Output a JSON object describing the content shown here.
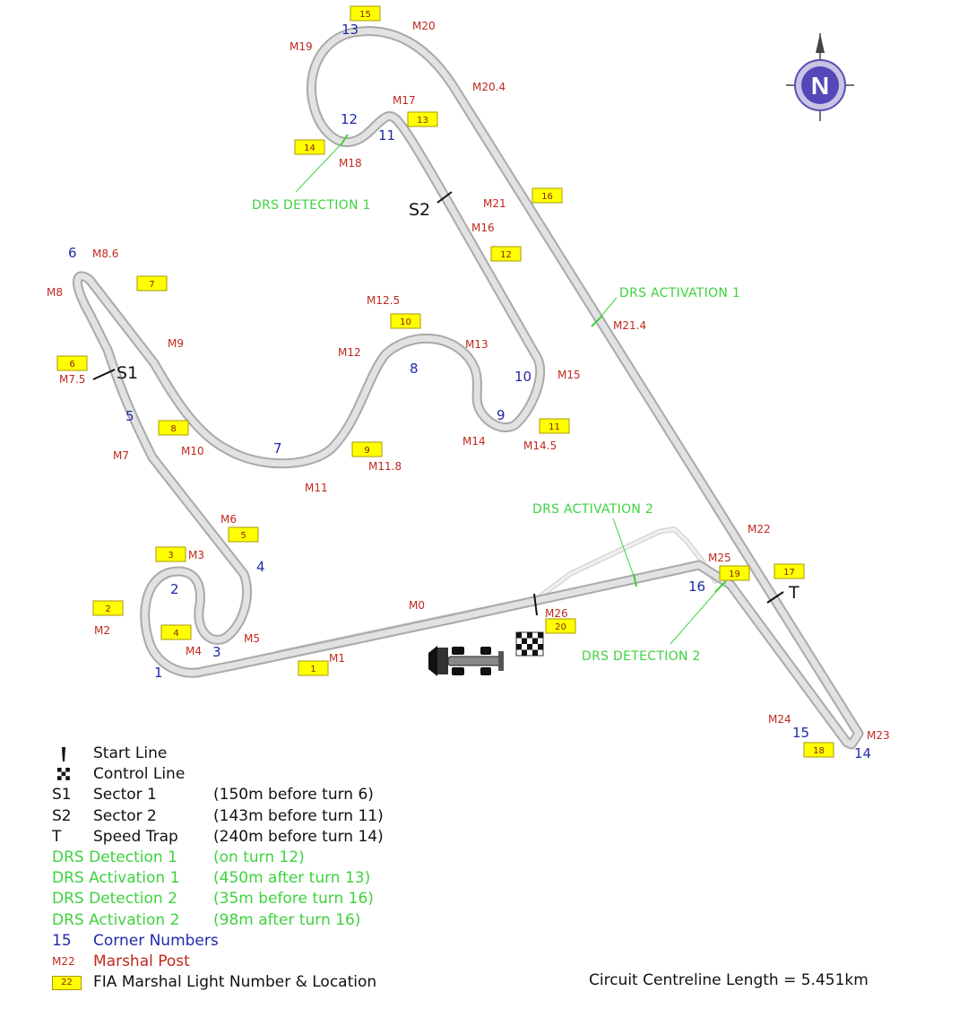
{
  "compass": {
    "letter": "N"
  },
  "corners": [
    "1",
    "2",
    "3",
    "4",
    "5",
    "6",
    "7",
    "8",
    "9",
    "10",
    "11",
    "12",
    "13",
    "14",
    "15",
    "16"
  ],
  "marshal_posts": [
    "M0",
    "M1",
    "M2",
    "M3",
    "M4",
    "M5",
    "M6",
    "M7",
    "M7.5",
    "M8",
    "M8.6",
    "M9",
    "M10",
    "M11",
    "M11.8",
    "M12",
    "M12.5",
    "M13",
    "M14",
    "M14.5",
    "M15",
    "M16",
    "M17",
    "M18",
    "M19",
    "M20",
    "M20.4",
    "M21",
    "M21.4",
    "M22",
    "M23",
    "M24",
    "M25",
    "M26"
  ],
  "marshal_lights": [
    "1",
    "2",
    "3",
    "4",
    "5",
    "6",
    "7",
    "8",
    "9",
    "10",
    "11",
    "12",
    "13",
    "14",
    "15",
    "16",
    "17",
    "18",
    "19",
    "20"
  ],
  "sector_markers": {
    "s1": "S1",
    "s2": "S2",
    "t": "T"
  },
  "drs_labels": {
    "detection1": "DRS DETECTION 1",
    "activation1": "DRS ACTIVATION 1",
    "activation2": "DRS ACTIVATION 2",
    "detection2": "DRS DETECTION 2"
  },
  "colors": {
    "corner": "#1f2aa8",
    "marshal": "#c0281e",
    "drs": "#3fd23f",
    "light_box": "#ffff00",
    "track": "#a9a9a9"
  },
  "legend": [
    {
      "key": "",
      "label": "Start Line",
      "desc": "",
      "color": "#111111",
      "icon": "start-line-icon"
    },
    {
      "key": "",
      "label": "Control Line",
      "desc": "",
      "color": "#111111",
      "icon": "checkered-flag-icon"
    },
    {
      "key": "S1",
      "label": "Sector 1",
      "desc": "(150m before turn 6)",
      "color": "#111111"
    },
    {
      "key": "S2",
      "label": "Sector 2",
      "desc": "(143m before turn 11)",
      "color": "#111111"
    },
    {
      "key": "T",
      "label": "Speed Trap",
      "desc": "(240m before turn 14)",
      "color": "#111111"
    },
    {
      "key": "DRS Detection 1",
      "label": "",
      "desc": "(on turn 12)",
      "color": "#3fd23f"
    },
    {
      "key": "DRS Activation 1",
      "label": "",
      "desc": "(450m after turn 13)",
      "color": "#3fd23f"
    },
    {
      "key": "DRS Detection 2",
      "label": "",
      "desc": "(35m before turn 16)",
      "color": "#3fd23f"
    },
    {
      "key": "DRS Activation 2",
      "label": "",
      "desc": "(98m after turn 16)",
      "color": "#3fd23f"
    },
    {
      "key": "15",
      "label": "Corner Numbers",
      "desc": "",
      "color": "#1f2aa8"
    },
    {
      "key": "M22",
      "label": "Marshal Post",
      "desc": "",
      "color": "#c0281e"
    },
    {
      "key": "22",
      "label": "FIA Marshal Light Number & Location",
      "desc": "",
      "color": "#111111",
      "icon": "light-box-icon"
    }
  ],
  "footer": "Circuit Centreline Length = 5.451km"
}
